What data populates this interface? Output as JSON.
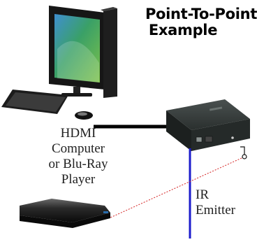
{
  "title": {
    "line1": "Point-To-Point",
    "line2": "Example"
  },
  "source_label": [
    "HDMI",
    "Computer",
    "or Blu-Ray",
    "Player"
  ],
  "emitter_label": [
    "IR",
    "Emitter"
  ],
  "colors": {
    "hdmi_cable": "#000000",
    "ir_cable": "#1c1ccc",
    "ir_beam": "#d42020",
    "device": "#2a2f2e"
  }
}
